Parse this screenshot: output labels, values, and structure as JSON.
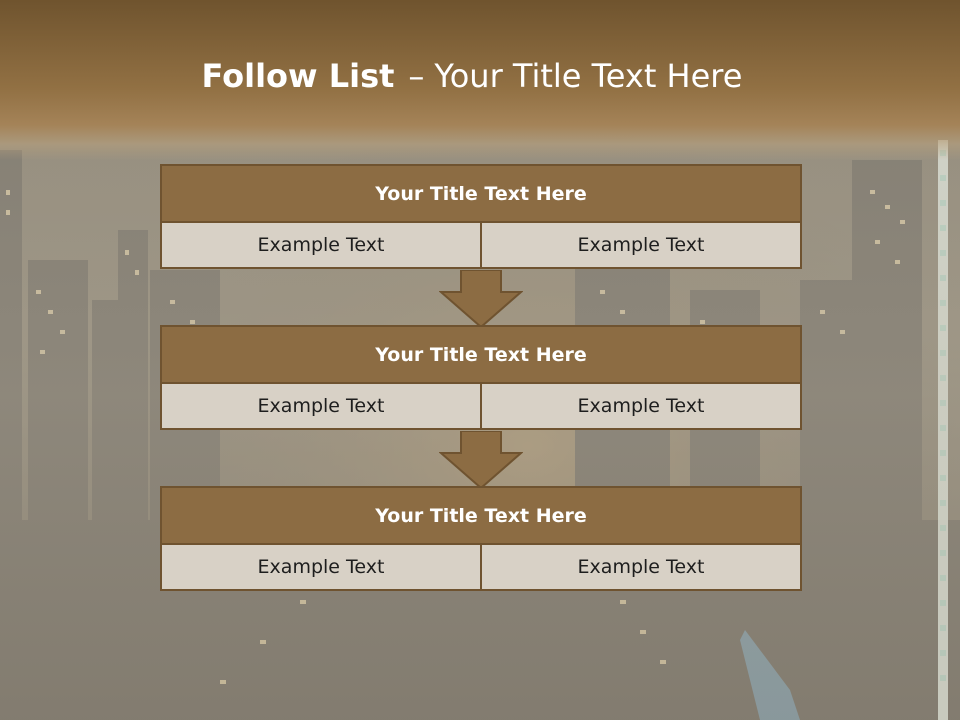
{
  "slide": {
    "title_bold": "Follow List",
    "title_dash": "–",
    "title_rest": "Your Title Text Here"
  },
  "steps": [
    {
      "title": "Your Title Text Here",
      "left": "Example Text",
      "right": "Example Text"
    },
    {
      "title": "Your Title Text Here",
      "left": "Example Text",
      "right": "Example Text"
    },
    {
      "title": "Your Title Text Here",
      "left": "Example Text",
      "right": "Example Text"
    }
  ],
  "colors": {
    "header_fill": "#8c6c43",
    "border": "#6f5330",
    "cell_fill": "#d8d1c6",
    "arrow_fill": "#8c6c43",
    "title_text": "#ffffff"
  },
  "icons": {
    "connector": "down-arrow-icon",
    "background": "night-city-photo"
  }
}
